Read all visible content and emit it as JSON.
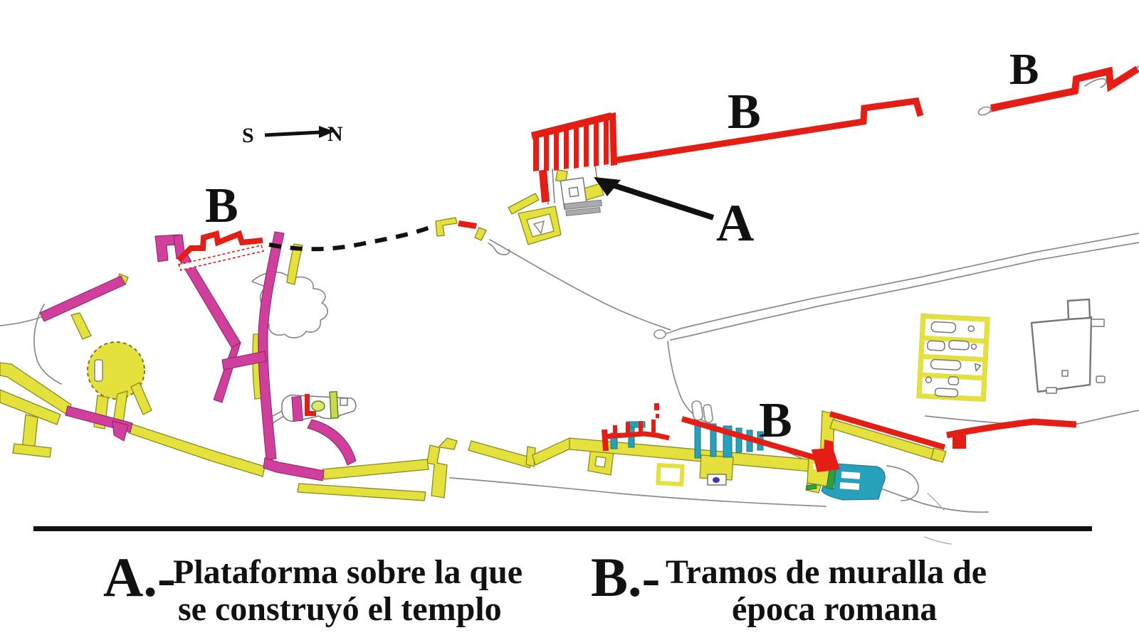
{
  "compass": {
    "south": "S",
    "north": "N"
  },
  "labels": {
    "platform": "A",
    "wall_left": "B",
    "wall_top": "B",
    "wall_top_right": "B",
    "wall_bottom": "B"
  },
  "legend": {
    "a_key": "A.-",
    "a_line1": "Plataforma sobre la que",
    "a_line2": "se construyó el templo",
    "b_key": "B.-",
    "b_line1": "Tramos de muralla de",
    "b_line2": "época romana"
  },
  "colors": {
    "roman_wall": "#e41e14",
    "magenta_wall": "#cf3f9b",
    "yellow_wall": "#e4e03c",
    "yellow_edge": "#8a8a20",
    "teal_structure": "#27a0bc",
    "green_accent": "#2f9e41",
    "purple_accent": "#4433aa",
    "contour_gray": "#8a8a8a",
    "ink_black": "#111111"
  }
}
